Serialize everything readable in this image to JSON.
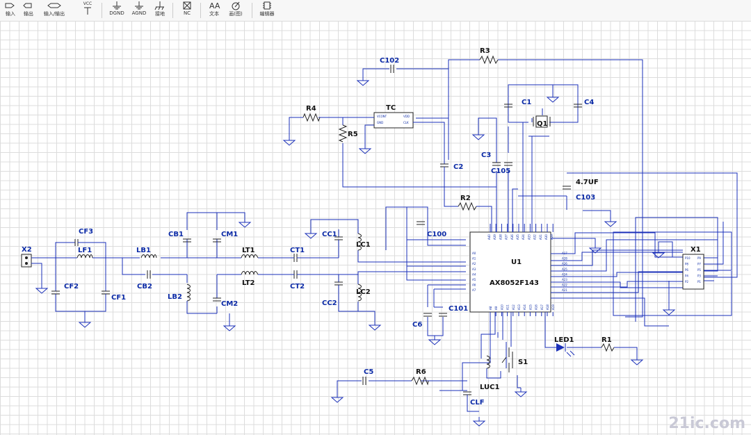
{
  "toolbar": {
    "input": "输入",
    "output": "输出",
    "inout": "输入/输出",
    "vcc": "VCC",
    "dgnd": "DGND",
    "agnd": "AGND",
    "earth": "接地",
    "nc": "NC",
    "text": "文本",
    "draw": "画(图)",
    "editor": "编辑器",
    "icons": [
      "input-port-icon",
      "output-port-icon",
      "bidir-port-icon",
      "vcc-icon",
      "dgnd-icon",
      "agnd-icon",
      "earth-icon",
      "nc-icon",
      "text-icon",
      "draw-icon",
      "editor-icon"
    ]
  },
  "schematic": {
    "labels": {
      "x2": "X2",
      "lf1": "LF1",
      "cf3": "CF3",
      "cf2": "CF2",
      "cf1": "CF1",
      "lb1": "LB1",
      "cb2": "CB2",
      "lb2": "LB2",
      "cb1": "CB1",
      "cm1": "CM1",
      "cm2": "CM2",
      "lt1": "LT1",
      "lt2": "LT2",
      "ct1": "CT1",
      "ct2": "CT2",
      "cc1": "CC1",
      "lc1": "LC1",
      "cc2": "CC2",
      "lc2": "LC2",
      "c102": "C102",
      "r3": "R3",
      "r4": "R4",
      "r5": "R5",
      "tc": "TC",
      "c2": "C2",
      "c3": "C3",
      "c105": "C105",
      "c1": "C1",
      "c4": "C4",
      "q1": "Q1",
      "c47uf": "4.7UF",
      "c103": "C103",
      "r2": "R2",
      "c100": "C100",
      "u1": "U1",
      "u1_part": "AX8052F143",
      "x1": "X1",
      "c6": "C6",
      "c101": "C101",
      "c5": "C5",
      "r6": "R6",
      "clf": "CLF",
      "luc1": "LUC1",
      "s1": "S1",
      "led1": "LED1",
      "r1": "R1"
    },
    "tc_pins": {
      "vcont": "VCONT",
      "gnd": "GND",
      "vdd": "VDD",
      "clk": "CLK"
    },
    "u1_pins": {
      "left": [
        "A0",
        "A1",
        "A2",
        "A3",
        "A4",
        "A5",
        "A6",
        "A7"
      ],
      "right": [
        "A17",
        "A28",
        "A26",
        "A25",
        "A24",
        "A23",
        "A22",
        "A21"
      ],
      "top": [
        "A40",
        "A39",
        "A38",
        "A37",
        "A36",
        "A35",
        "A34",
        "A33",
        "A32",
        "A31",
        "A30",
        "A29"
      ],
      "bottom": [
        "A8",
        "A9",
        "A10",
        "A11",
        "A12",
        "A13",
        "A14",
        "A15",
        "A16",
        "A17",
        "A18",
        "A19"
      ]
    },
    "x1_pins": {
      "left": [
        "P10",
        "P8",
        "P6",
        "P4",
        "P2"
      ],
      "right": [
        "P9",
        "P7",
        "P5",
        "P3",
        "P1"
      ]
    },
    "colors": {
      "wire": "#1a2fb8",
      "component": "#222222",
      "label": "#0b2aa6",
      "grid": "#dcdcdc"
    }
  },
  "watermark": "21ic.com"
}
